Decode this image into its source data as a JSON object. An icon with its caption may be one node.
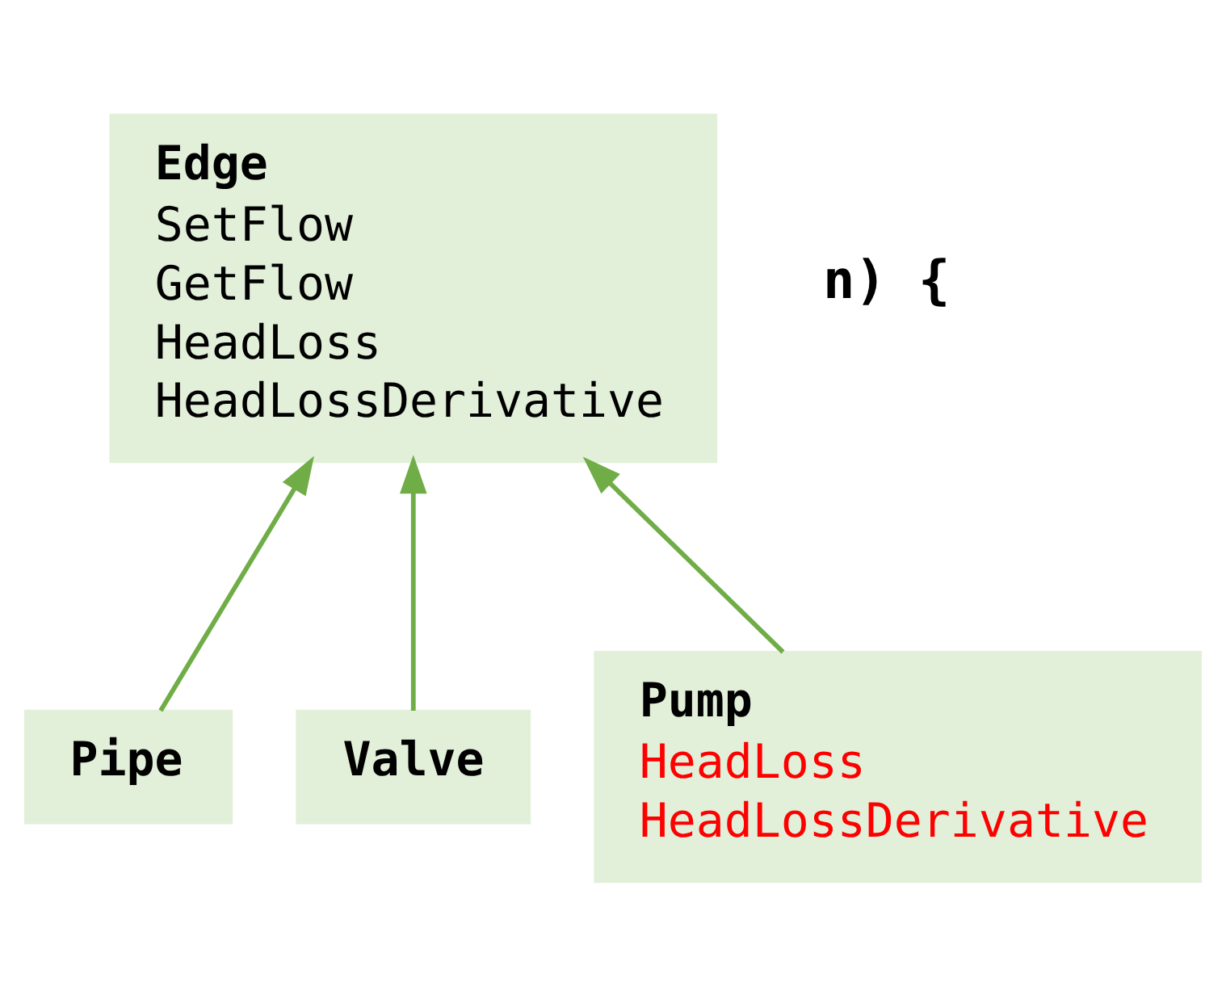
{
  "diagram": {
    "nodes": [
      {
        "text": [
          "Edge",
          "SetFlow",
          "GetFlow",
          "HeadLoss",
          "HeadLossDerivative"
        ]
      },
      {
        "text": [
          "Pipe"
        ]
      },
      {
        "text": [
          "Valve"
        ]
      },
      {
        "text": [
          "Pump",
          "HeadLoss",
          "HeadLossDerivative"
        ]
      }
    ],
    "edges": [
      {
        "from": 1,
        "to": 0,
        "arrow": "to"
      },
      {
        "from": 2,
        "to": 0,
        "arrow": "to"
      },
      {
        "from": 3,
        "to": 0,
        "arrow": "to"
      }
    ],
    "labels": [
      "n) {"
    ]
  }
}
